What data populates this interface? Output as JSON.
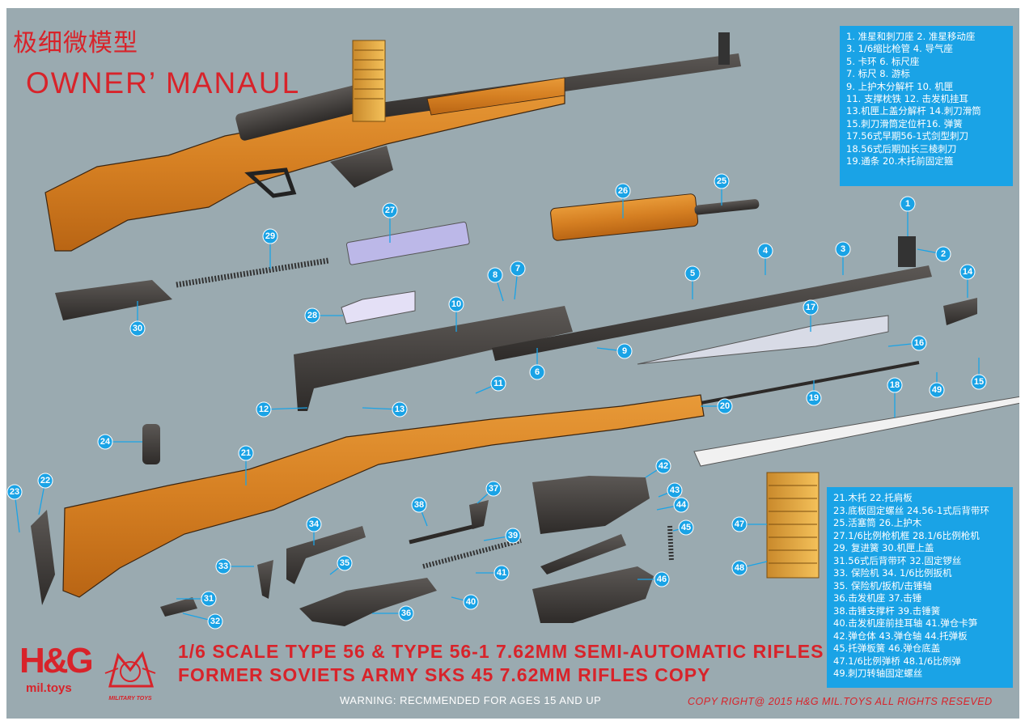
{
  "title_cn": "极细微模型",
  "title_en": "OWNER’ MANAUL",
  "legend_top": [
    "1. 准星和刺刀座   2. 准星移动座",
    "3.  1/6缩比枪管     4. 导气座",
    "5. 卡环      6. 标尺座",
    "7. 标尺      8. 游标",
    "9. 上护木分解杆   10. 机匣",
    "11. 支撑枕铁  12. 击发机挂耳",
    "13.机匣上盖分解杆  14.刺刀滑筒",
    "15.刺刀滑筒定位杆16. 弹簧",
    "17.56式早期56-1式剑型刺刀",
    "18.56式后期加长三棱刺刀",
    "19.通条    20.木托前固定箍"
  ],
  "legend_bottom": [
    "21.木托  22.托肩板",
    "23.底板固定螺丝 24.56-1式后背带环",
    "25.活塞筒  26.上护木",
    "27.1/6比例枪机框   28.1/6比例枪机",
    "29. 复进簧   30.机匣上盖",
    "31.56式后背带环  32.固定锣丝",
    "33. 保险机   34. 1/6比例扳机",
    "35. 保险机/扳机/击锤轴",
    "36.击发机座      37.击锤",
    "38.击锤支撑杆  39.击锤簧",
    "40.击发机座前挂耳轴  41.弹仓卡笋",
    "42.弹仓体   43.弹仓轴     44.托弹板",
    "45.托弹板簧     46.弹仓底盖",
    "47.1/6比例弹桥   48.1/6比例弹",
    "49.刺刀转轴固定螺丝"
  ],
  "footer_line1": "1/6  SCALE  TYPE 56 & TYPE 56-1  7.62MM  SEMI-AUTOMATIC RIFLES",
  "footer_line2": "FORMER SOVIETS ARMY SKS 45 7.62MM  RIFLES  COPY",
  "warning": "WARNING: RECMMENDED FOR AGES 15 AND UP",
  "copyright": "COPY RIGHT@ 2015  H&G  MIL.TOYS  ALL RIGHTS   RESEVED",
  "brand_hg": "H&G",
  "brand_mil": "mil.toys",
  "brand_military": "MILITARY TOYS",
  "callouts": [
    "1",
    "2",
    "3",
    "4",
    "5",
    "6",
    "7",
    "8",
    "9",
    "10",
    "11",
    "12",
    "13",
    "14",
    "15",
    "16",
    "17",
    "18",
    "19",
    "20",
    "21",
    "22",
    "23",
    "24",
    "25",
    "26",
    "27",
    "28",
    "29",
    "30",
    "31",
    "32",
    "33",
    "34",
    "35",
    "36",
    "37",
    "38",
    "39",
    "40",
    "41",
    "42",
    "43",
    "44",
    "45",
    "46",
    "47",
    "48",
    "49"
  ],
  "colors": {
    "background": "#9aaab0",
    "accent_blue": "#1aa3e6",
    "title_red": "#d8232a",
    "wood": "#d9862a",
    "metal": "#3e3a38"
  }
}
